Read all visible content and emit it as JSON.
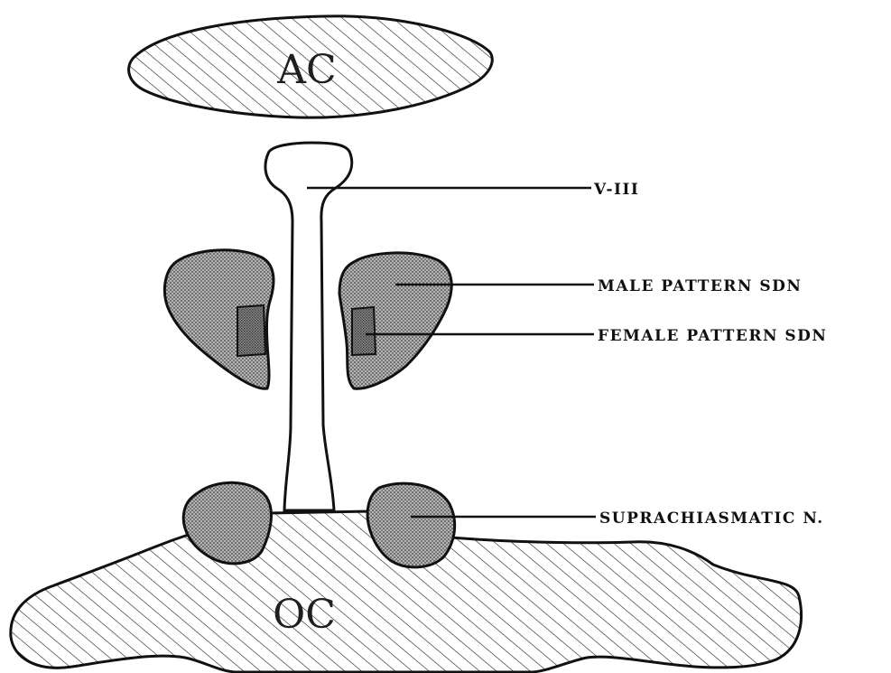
{
  "diagram": {
    "structures": {
      "top": "AC",
      "bottom": "OC"
    },
    "labels": {
      "ventricle": "V-III",
      "male_sdn": "MALE PATTERN SDN",
      "female_sdn": "FEMALE PATTERN SDN",
      "scn": "SUPRACHIASMATIC N."
    },
    "colors": {
      "outline": "#111111",
      "hatch": "#1a1a1a",
      "nucleus_fill": "#9a9a9a",
      "background": "#ffffff"
    }
  }
}
